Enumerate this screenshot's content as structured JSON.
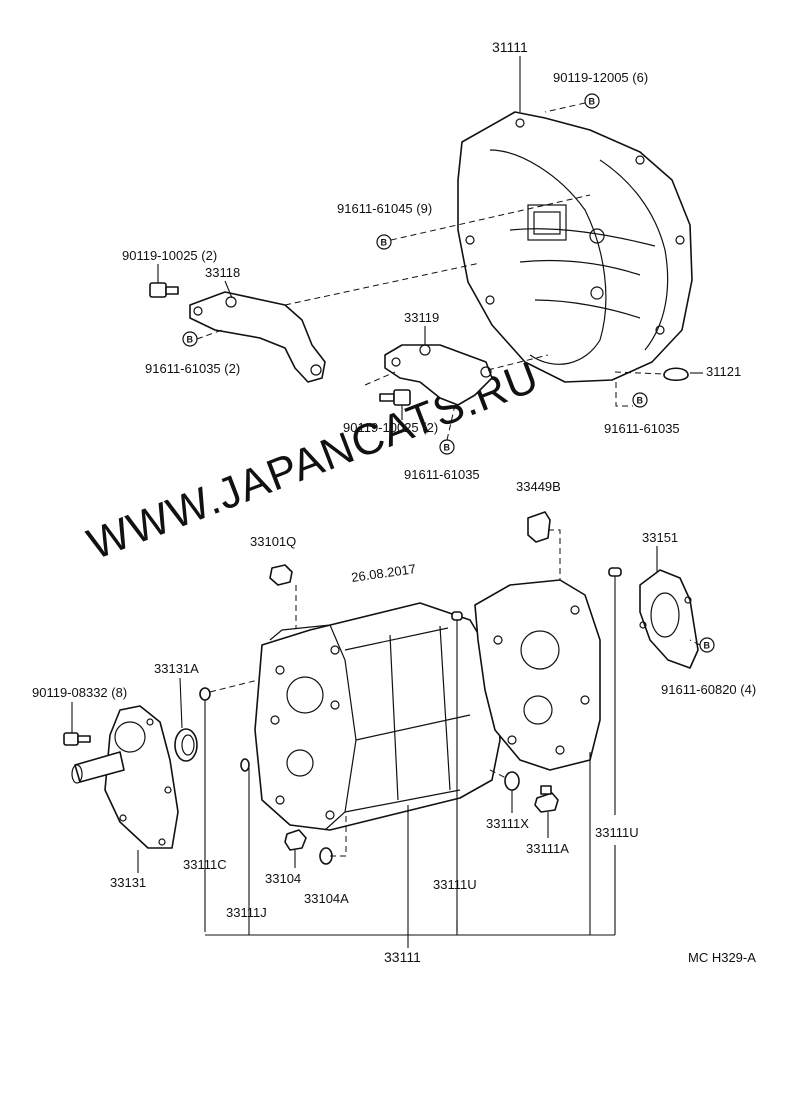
{
  "labels": {
    "bell_housing": "31111",
    "bolt_bell": "90119-12005 (6)",
    "bolt_91611_61045": "91611-61045 (9)",
    "bolt_90119_10025_left": "90119-10025 (2)",
    "bracket_33118": "33118",
    "bolt_91611_61035_left": "91611-61035 (2)",
    "bracket_33119": "33119",
    "bolt_90119_10025_mid": "90119-10025 (2)",
    "bolt_91611_61035_mid": "91611-61035",
    "plug_31121": "31121",
    "bolt_91611_61035_right": "91611-61035",
    "pin_33449b": "33449B",
    "plug_33101q": "33101Q",
    "retainer_33151": "33151",
    "bolt_91611_60820": "91611-60820 (4)",
    "seal_33131a": "33131A",
    "bolt_90119_08332": "90119-08332 (8)",
    "cover_33131": "33131",
    "pin_33111c": "33111C",
    "plug_33104": "33104",
    "gasket_33104a": "33104A",
    "pin_33111j": "33111J",
    "case_33111": "33111",
    "pin_33111u_mid": "33111U",
    "gasket_33111x": "33111X",
    "plug_33111a": "33111A",
    "pin_33111u_right": "33111U",
    "diagram_code": "MC H329-A"
  },
  "marks": {
    "b": "B"
  },
  "watermark": {
    "text": "WWW.JAPANCATS.RU",
    "date": "26.08.2017"
  }
}
